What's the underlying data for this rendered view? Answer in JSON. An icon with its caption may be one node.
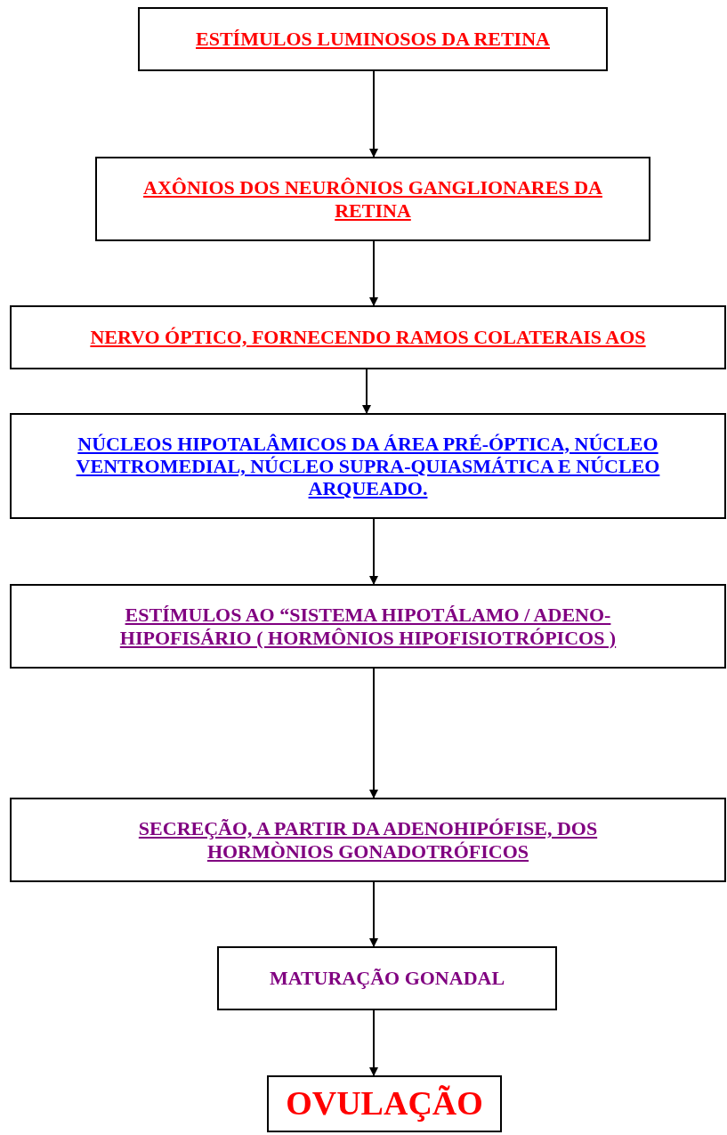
{
  "diagram": {
    "nodes": [
      {
        "text": [
          "ESTÍMULOS LUMINOSOS DA RETINA"
        ]
      },
      {
        "text": [
          "AXÔNIOS DOS NEURÔNIOS GANGLIONARES DA RETINA"
        ]
      },
      {
        "text": [
          "NERVO ÓPTICO, FORNECENDO RAMOS COLATERAIS AOS"
        ]
      },
      {
        "text": [
          "NÚCLEOS HIPOTALÂMICOS DA ÁREA PRÉ-ÓPTICA, NÚCLEO VENTROMEDIAL, NÚCLEO SUPRA-QUIASMÁTICA E NÚCLEO ARQUEADO."
        ]
      },
      {
        "text": [
          "ESTÍMULOS AO “SISTEMA HIPOTÁLAMO / ADENO-HIPOFISÁRIO ( HORMÔNIOS HIPOFISIOTRÓPICOS )"
        ]
      },
      {
        "text": [
          "SECREÇÃO, A PARTIR DA ADENOHIPÓFISE, DOS HORMÒNIOS GONADOTRÓFICOS"
        ]
      },
      {
        "text": [
          "MATURAÇÃO GONADAL"
        ]
      },
      {
        "text": [
          "OVULAÇÃO"
        ]
      }
    ],
    "edges": [
      {
        "from": 0,
        "to": 1,
        "arrow": "to"
      },
      {
        "from": 1,
        "to": 2,
        "arrow": "to"
      },
      {
        "from": 2,
        "to": 3,
        "arrow": "to"
      },
      {
        "from": 3,
        "to": 4,
        "arrow": "to"
      },
      {
        "from": 4,
        "to": 5,
        "arrow": "to"
      },
      {
        "from": 5,
        "to": 6,
        "arrow": "to"
      },
      {
        "from": 6,
        "to": 7,
        "arrow": "to"
      }
    ]
  }
}
